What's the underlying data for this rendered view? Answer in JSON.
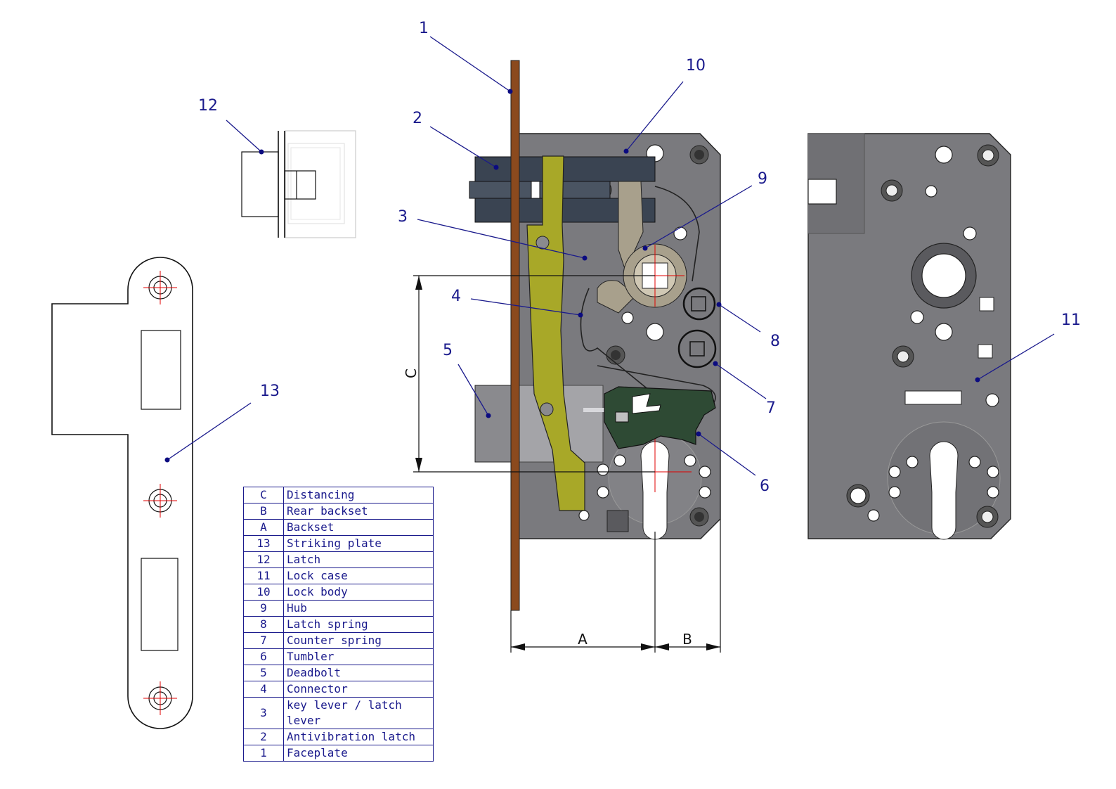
{
  "callouts": [
    "1",
    "2",
    "3",
    "4",
    "5",
    "6",
    "7",
    "8",
    "9",
    "10",
    "11",
    "12",
    "13"
  ],
  "dimensions": {
    "a": "A",
    "b": "B",
    "c": "C"
  },
  "legend": [
    {
      "key": "C",
      "label": "Distancing"
    },
    {
      "key": "B",
      "label": "Rear backset"
    },
    {
      "key": "A",
      "label": "Backset"
    },
    {
      "key": "13",
      "label": "Striking plate"
    },
    {
      "key": "12",
      "label": "Latch"
    },
    {
      "key": "11",
      "label": "Lock case"
    },
    {
      "key": "10",
      "label": "Lock body"
    },
    {
      "key": "9",
      "label": "Hub"
    },
    {
      "key": "8",
      "label": "Latch spring"
    },
    {
      "key": "7",
      "label": "Counter spring"
    },
    {
      "key": "6",
      "label": "Tumbler"
    },
    {
      "key": "5",
      "label": "Deadbolt"
    },
    {
      "key": "4",
      "label": "Connector"
    },
    {
      "key": "3",
      "label": "key lever / latch lever"
    },
    {
      "key": "2",
      "label": "Antivibration latch"
    },
    {
      "key": "1",
      "label": "Faceplate"
    }
  ],
  "colors": {
    "faceplate": "#8b4a1e",
    "lock_body": "#7a7a7e",
    "key_lever": "#a8a828",
    "hub": "#a8a08c",
    "tumbler": "#2e4a34",
    "bolt": "#3a4452",
    "callout": "#1a1a8c"
  }
}
